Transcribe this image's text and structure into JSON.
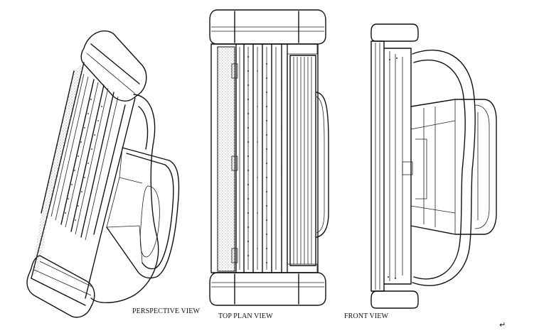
{
  "captions": {
    "perspective": "PERSPECTIVE VIEW",
    "top_plan": "TOP PLAN VIEW",
    "front": "FRONT VIEW",
    "paragraph_mark": "↵"
  },
  "colors": {
    "line": "#111111",
    "background": "#ffffff",
    "stipple": "#555555"
  }
}
